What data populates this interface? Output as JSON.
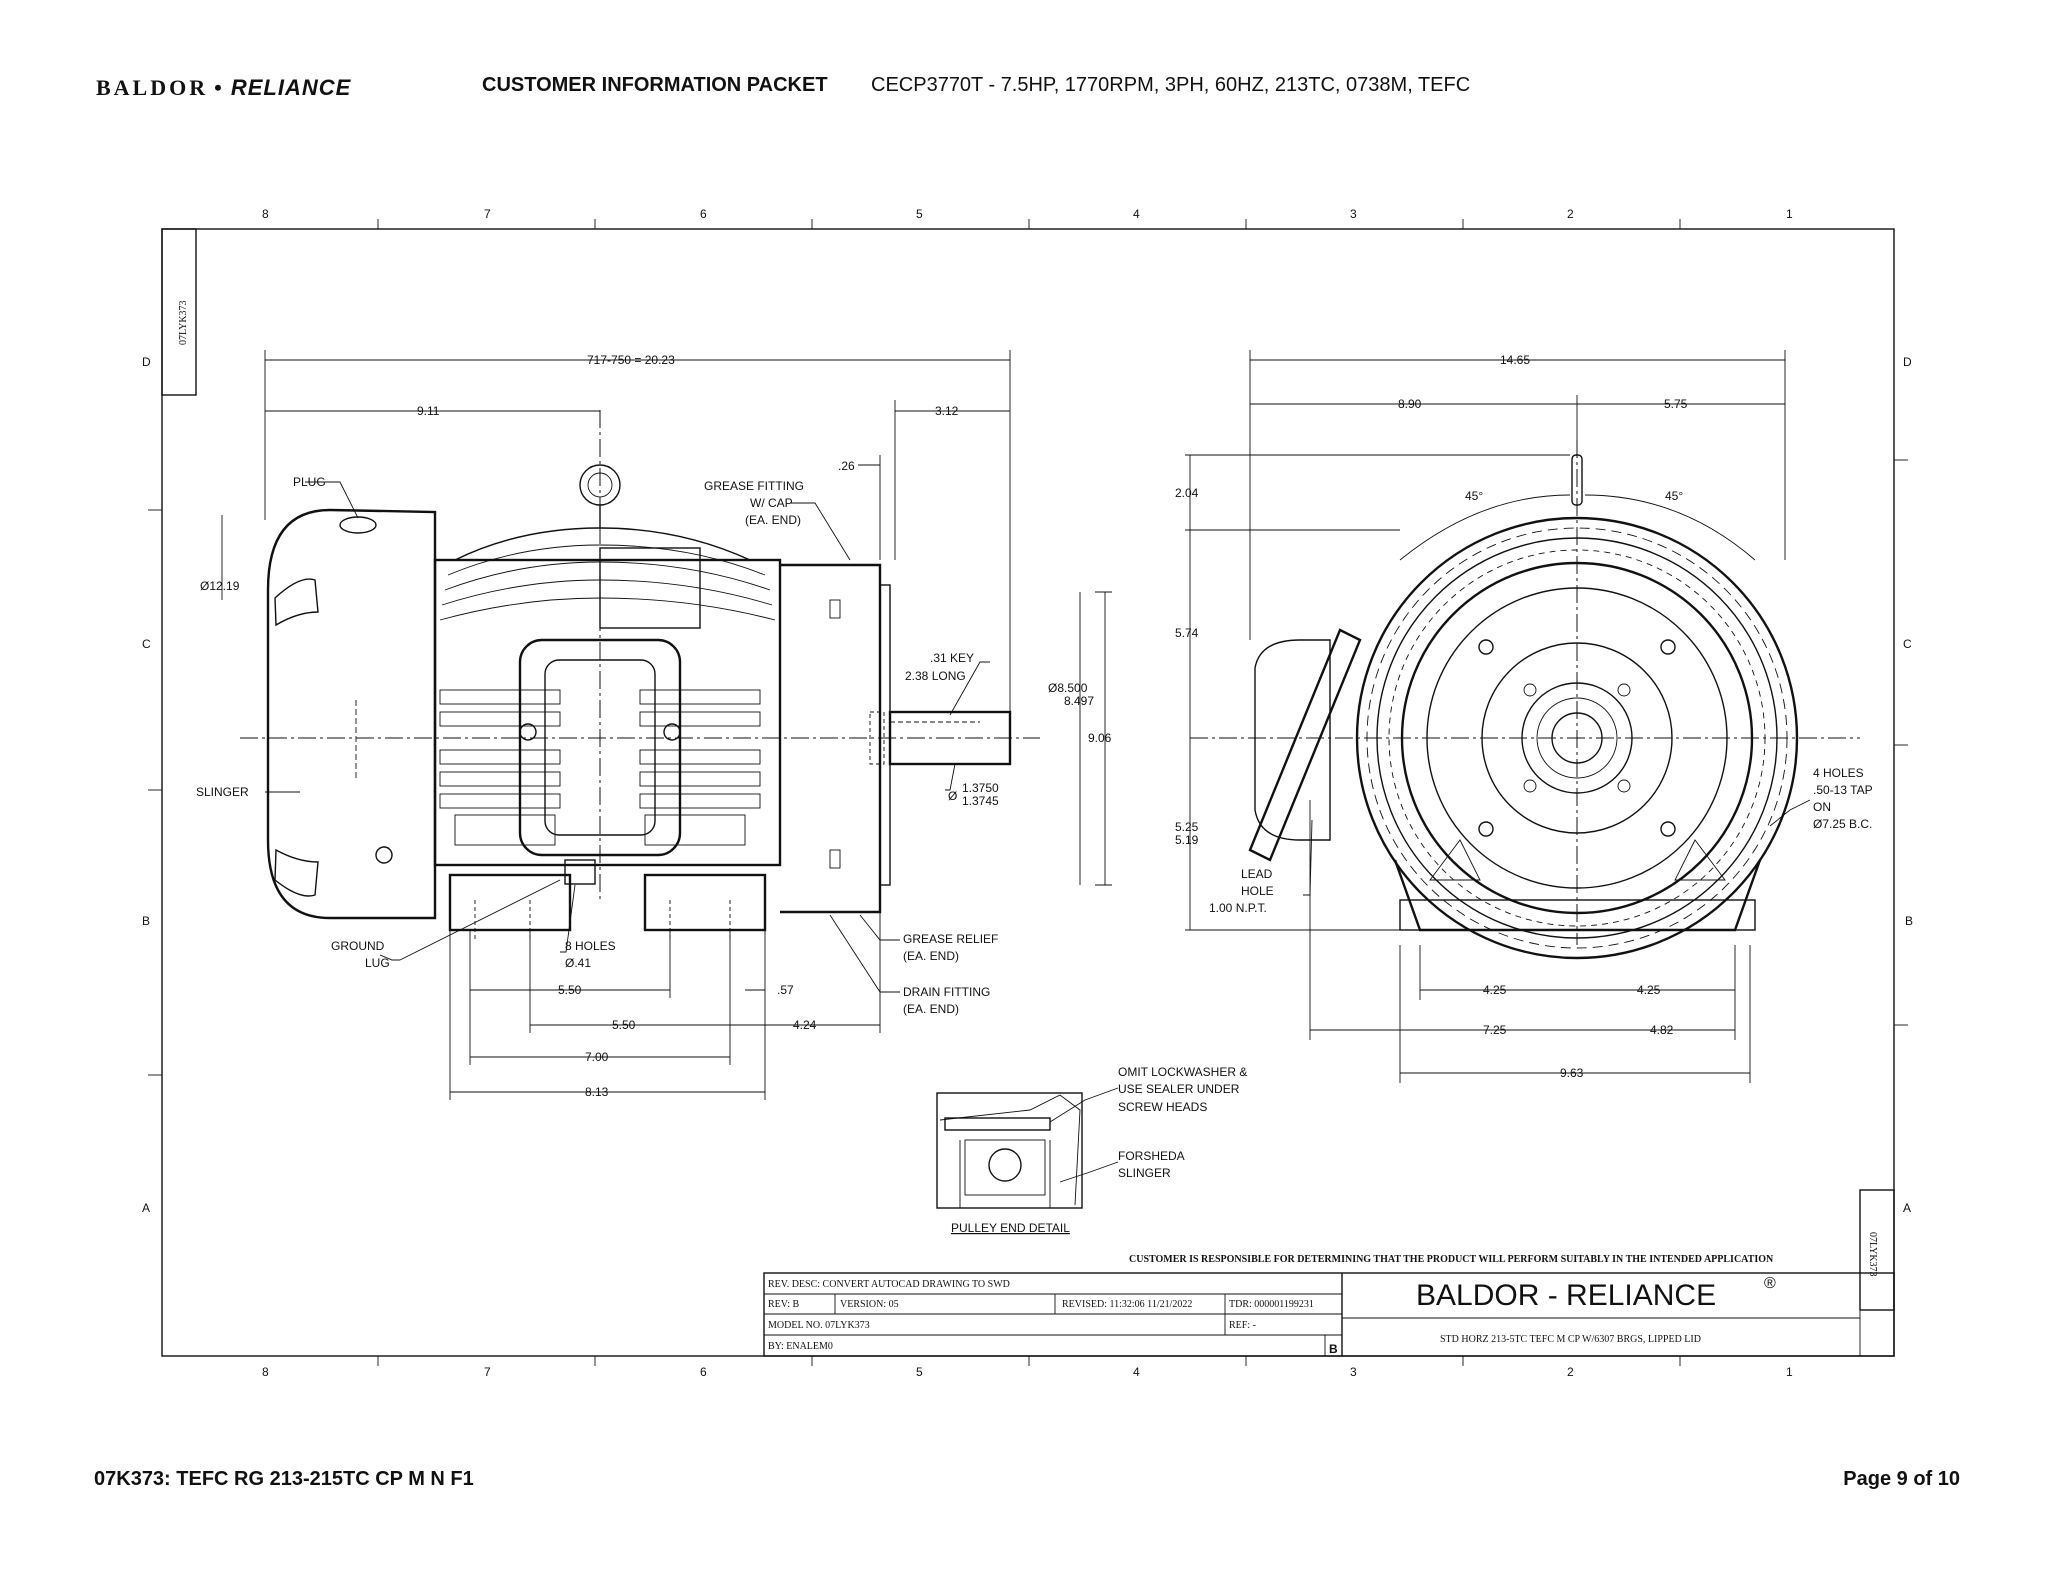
{
  "header": {
    "logo_left": "BALDOR",
    "logo_dot": "•",
    "logo_right": "RELIANCE",
    "title": "CUSTOMER INFORMATION PACKET",
    "model": "CECP3770T - 7.5HP, 1770RPM, 3PH, 60HZ, 213TC, 0738M, TEFC"
  },
  "footer": {
    "left": "07K373: TEFC RG 213-215TC CP M N F1",
    "right": "Page 9 of 10"
  },
  "drawing": {
    "zones_top": [
      "8",
      "7",
      "6",
      "5",
      "4",
      "3",
      "2",
      "1"
    ],
    "zones_side": [
      "D",
      "C",
      "B",
      "A"
    ],
    "drawing_id": "07LYK373",
    "side_view": {
      "dims": [
        "717-750 = 20.23",
        "9.11",
        "3.12",
        ".26",
        "Ø12.19",
        "Ø8.500",
        "8.497",
        "9.06",
        "5.50",
        ".57",
        "5.50",
        "4.24",
        "7.00",
        "8.13"
      ],
      "labels": {
        "plug": "PLUG",
        "grease_fitting": "GREASE FITTING",
        "grease_fitting2": "W/ CAP",
        "grease_fitting3": "(EA. END)",
        "key": ".31 KEY",
        "key2": "2.38 LONG",
        "shaft": "Ø",
        "shaft_a": "1.3750",
        "shaft_b": "1.3745",
        "slinger": "SLINGER",
        "ground": "GROUND",
        "ground2": "LUG",
        "holes": "8 HOLES",
        "holes2": "Ø.41",
        "relief": "GREASE RELIEF",
        "relief2": "(EA. END)",
        "drain": "DRAIN FITTING",
        "drain2": "(EA. END)"
      }
    },
    "end_view": {
      "dims": [
        "14.65",
        "8.90",
        "5.75",
        "2.04",
        "5.74",
        "5.25",
        "5.19",
        "45°",
        "45°",
        "4.25",
        "4.25",
        "7.25",
        "4.82",
        "9.63"
      ],
      "labels": {
        "lead": "LEAD",
        "lead2": "HOLE",
        "lead3": "1.00 N.P.T.",
        "taps": "4 HOLES",
        "taps2": ".50-13 TAP",
        "taps3": "ON",
        "taps4": "Ø7.25 B.C."
      }
    },
    "detail": {
      "note1": "OMIT LOCKWASHER &",
      "note2": "USE SEALER UNDER",
      "note3": "SCREW HEADS",
      "note4": "FORSHEDA",
      "note5": "SLINGER",
      "title": "PULLEY END DETAIL"
    },
    "title_block": {
      "disclaimer": "CUSTOMER IS RESPONSIBLE FOR DETERMINING THAT THE PRODUCT WILL PERFORM SUITABLY IN THE INTENDED APPLICATION",
      "rev_desc": "REV. DESC: CONVERT AUTOCAD DRAWING TO SWD",
      "rev": "REV:  B",
      "version": "VERSION:  05",
      "revised": "REVISED:  11:32:06 11/21/2022",
      "tdr": "TDR:  000001199231",
      "model_no": "MODEL NO.  07LYK373",
      "ref": "REF:  -",
      "by": "BY: ENALEM0",
      "rev_letter": "B",
      "company": "BALDOR - RELIANCE",
      "reg": "®",
      "description": "STD HORZ 213-5TC TEFC M CP W/6307 BRGS, LIPPED LID"
    }
  }
}
